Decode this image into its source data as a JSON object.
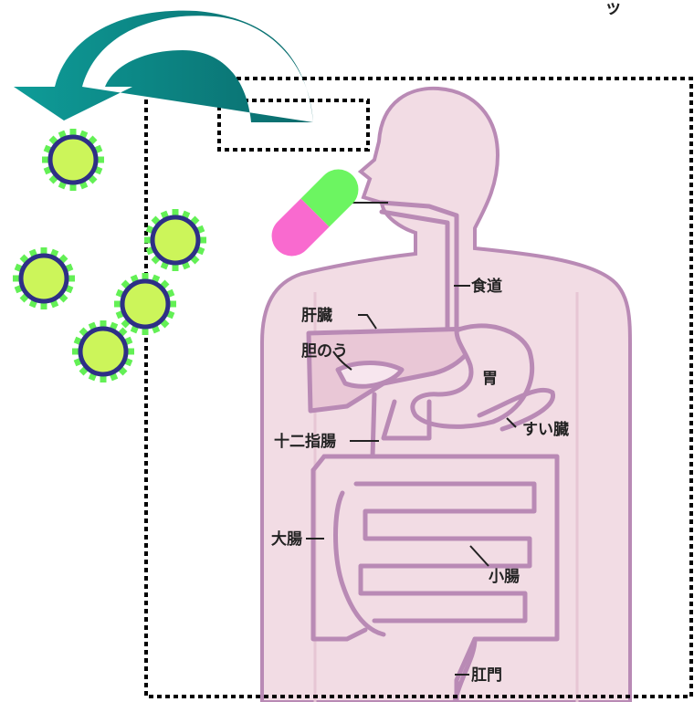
{
  "diagram": {
    "labels": {
      "esophagus": "食道",
      "liver": "肝臓",
      "gallbladder": "胆のう",
      "stomach": "胃",
      "pancreas": "すい臓",
      "duodenum": "十二指腸",
      "large_intestine": "大腸",
      "small_intestine": "小腸",
      "anus": "肛門"
    },
    "corner_text": "ッ"
  },
  "colors": {
    "body_fill": "#F2DCE4",
    "outline": "#B98AB5",
    "arrow": "#0C8483",
    "virus_fill": "#CCF55A",
    "virus_ring": "#2E2F86",
    "virus_spikes": "#63F055",
    "capsule_top": "#6CF561",
    "capsule_bottom": "#F96ACF",
    "dashed_border": "#000000"
  },
  "icons": [
    "virus-icon",
    "capsule-icon",
    "curved-arrow-icon"
  ]
}
